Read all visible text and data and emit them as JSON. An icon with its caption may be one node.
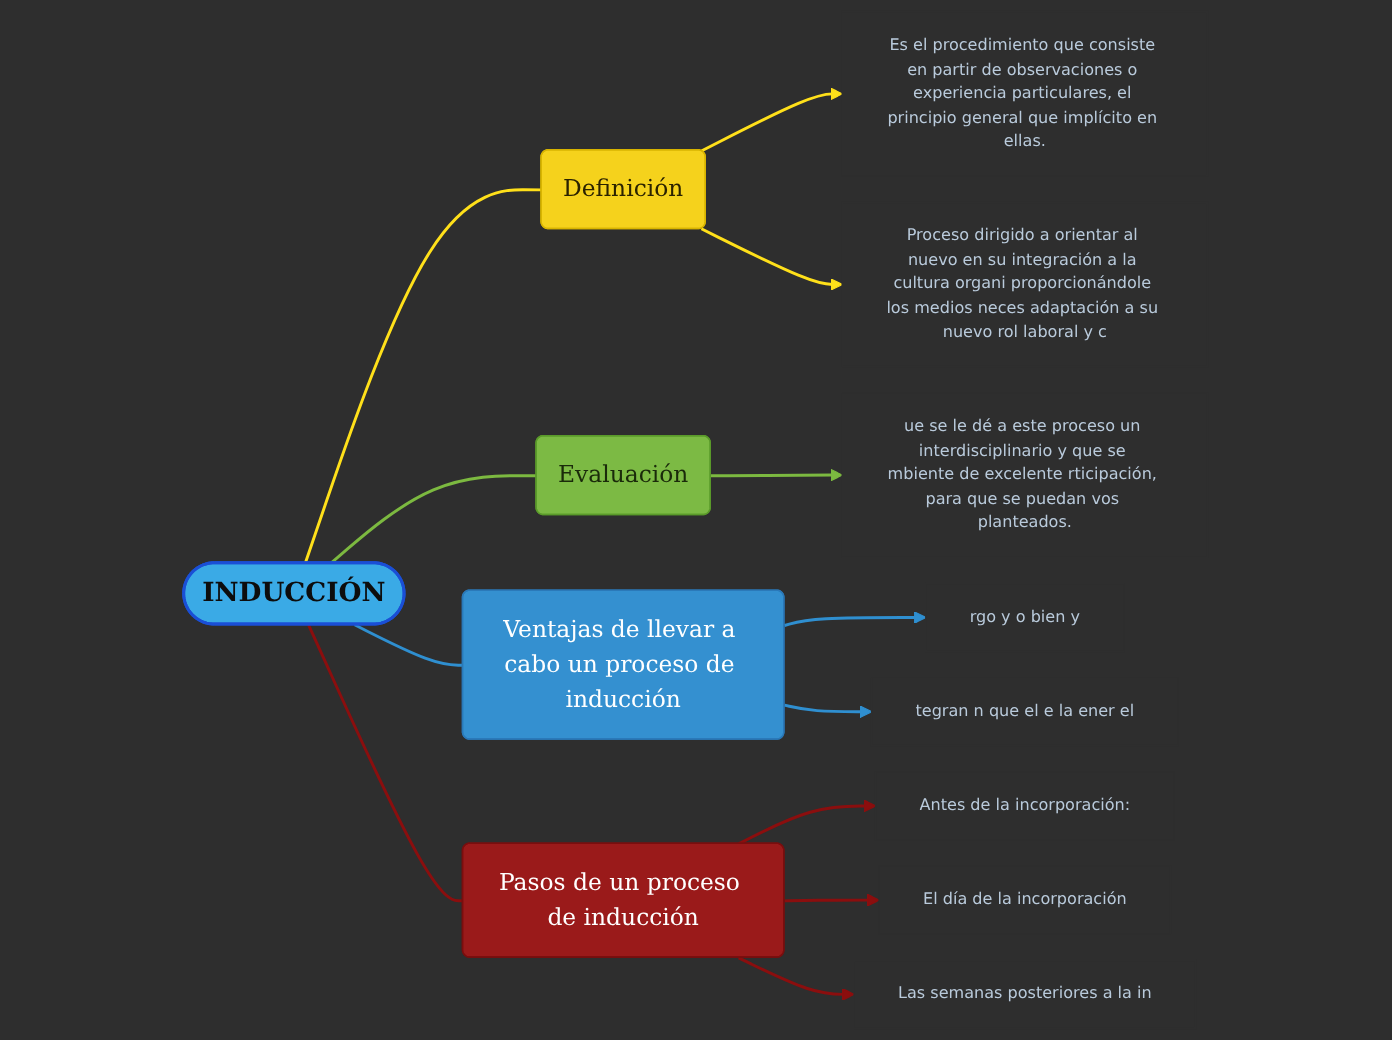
{
  "diagram": {
    "nodes": [
      {
        "text": [
          "INDUCCIÓN"
        ]
      },
      {
        "text": [
          "Definición"
        ]
      },
      {
        "text": [
          "Es el procedimiento que consiste en partir de observaciones o experiencia particulares, el principio general que implícito en ellas."
        ]
      },
      {
        "text": [
          "Proceso dirigido a orientar al nuevo en su integración a la cultura organi proporcionándole los medios neces adaptación a su nuevo rol laboral y c"
        ]
      },
      {
        "text": [
          "Evaluación"
        ]
      },
      {
        "text": [
          "ue se le dé a este proceso un interdisciplinario y que se mbiente de excelente rticipación, para que se puedan vos planteados."
        ]
      },
      {
        "text": [
          "Ventajas de llevar a cabo un proceso de inducción"
        ]
      },
      {
        "text": [
          "rgo y o bien y"
        ]
      },
      {
        "text": [
          "tegran n que el e la ener el"
        ]
      },
      {
        "text": [
          "Pasos de un proceso de inducción"
        ]
      },
      {
        "text": [
          "Antes de la incorporación:"
        ]
      },
      {
        "text": [
          "El día de la incorporación"
        ]
      },
      {
        "text": [
          "Las semanas posteriores a la in"
        ]
      }
    ],
    "edges": [
      {
        "from": 0,
        "to": 1,
        "arrow": "none",
        "color": "#ffe01a"
      },
      {
        "from": 1,
        "to": 2,
        "arrow": "to",
        "color": "#ffe01a"
      },
      {
        "from": 1,
        "to": 3,
        "arrow": "to",
        "color": "#ffe01a"
      },
      {
        "from": 0,
        "to": 4,
        "arrow": "none",
        "color": "#7cb940"
      },
      {
        "from": 4,
        "to": 5,
        "arrow": "to",
        "color": "#7cb940"
      },
      {
        "from": 0,
        "to": 6,
        "arrow": "none",
        "color": "#2f8fd0"
      },
      {
        "from": 6,
        "to": 7,
        "arrow": "to",
        "color": "#2f8fd0"
      },
      {
        "from": 6,
        "to": 8,
        "arrow": "to",
        "color": "#2f8fd0"
      },
      {
        "from": 0,
        "to": 9,
        "arrow": "none",
        "color": "#8b0e0e"
      },
      {
        "from": 9,
        "to": 10,
        "arrow": "to",
        "color": "#8b0e0e"
      },
      {
        "from": 9,
        "to": 11,
        "arrow": "to",
        "color": "#8b0e0e"
      },
      {
        "from": 9,
        "to": 12,
        "arrow": "to",
        "color": "#8b0e0e"
      }
    ]
  }
}
